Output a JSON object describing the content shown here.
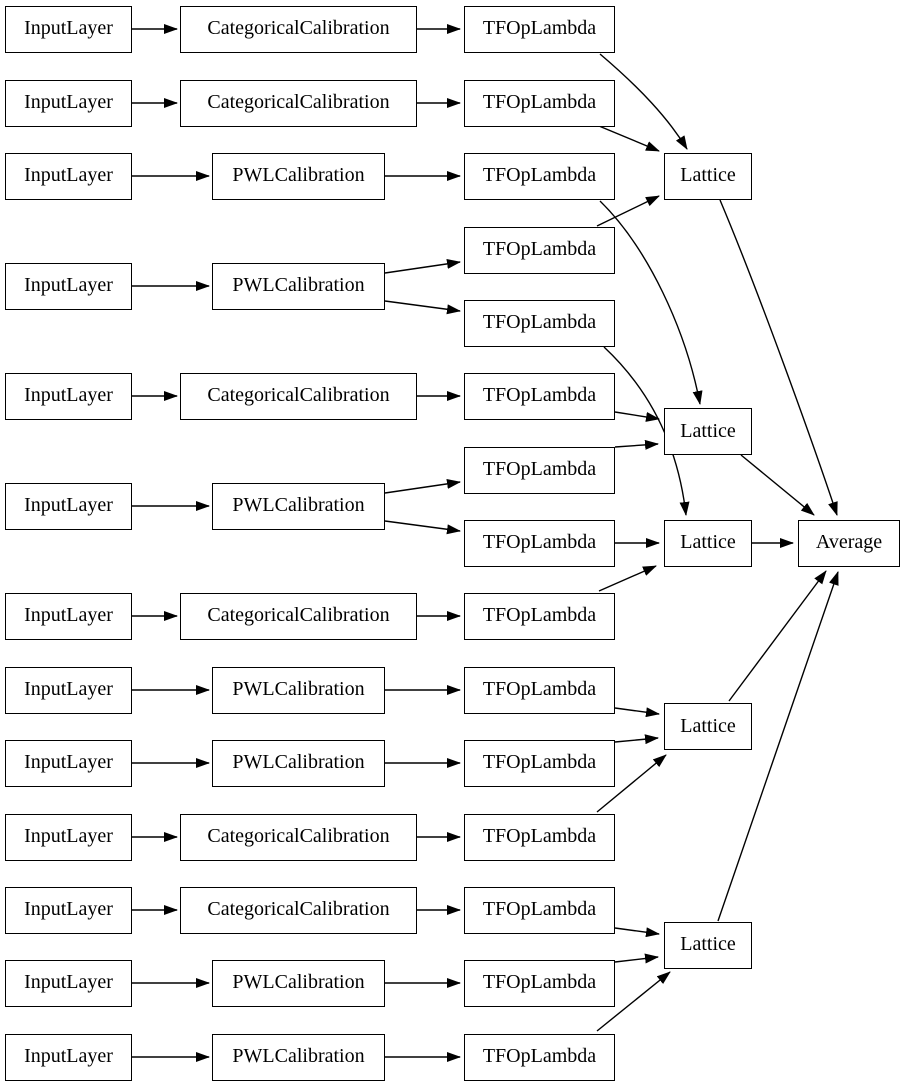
{
  "colors": {
    "background": "#ffffff",
    "node_fill": "#ffffff",
    "node_border": "#000000",
    "edge_stroke": "#000000",
    "text": "#000000"
  },
  "nodes": [
    {
      "id": "input_1",
      "label": "InputLayer"
    },
    {
      "id": "input_2",
      "label": "InputLayer"
    },
    {
      "id": "input_3",
      "label": "InputLayer"
    },
    {
      "id": "input_4",
      "label": "InputLayer"
    },
    {
      "id": "input_5",
      "label": "InputLayer"
    },
    {
      "id": "input_6",
      "label": "InputLayer"
    },
    {
      "id": "input_7",
      "label": "InputLayer"
    },
    {
      "id": "input_8",
      "label": "InputLayer"
    },
    {
      "id": "input_9",
      "label": "InputLayer"
    },
    {
      "id": "input_10",
      "label": "InputLayer"
    },
    {
      "id": "input_11",
      "label": "InputLayer"
    },
    {
      "id": "input_12",
      "label": "InputLayer"
    },
    {
      "id": "input_13",
      "label": "InputLayer"
    },
    {
      "id": "cal_1",
      "label": "CategoricalCalibration"
    },
    {
      "id": "cal_2",
      "label": "CategoricalCalibration"
    },
    {
      "id": "cal_3",
      "label": "PWLCalibration"
    },
    {
      "id": "cal_4",
      "label": "PWLCalibration"
    },
    {
      "id": "cal_5",
      "label": "CategoricalCalibration"
    },
    {
      "id": "cal_6",
      "label": "PWLCalibration"
    },
    {
      "id": "cal_7",
      "label": "CategoricalCalibration"
    },
    {
      "id": "cal_8",
      "label": "PWLCalibration"
    },
    {
      "id": "cal_9",
      "label": "PWLCalibration"
    },
    {
      "id": "cal_10",
      "label": "CategoricalCalibration"
    },
    {
      "id": "cal_11",
      "label": "CategoricalCalibration"
    },
    {
      "id": "cal_12",
      "label": "PWLCalibration"
    },
    {
      "id": "cal_13",
      "label": "PWLCalibration"
    },
    {
      "id": "tfop_1",
      "label": "TFOpLambda"
    },
    {
      "id": "tfop_2",
      "label": "TFOpLambda"
    },
    {
      "id": "tfop_3",
      "label": "TFOpLambda"
    },
    {
      "id": "tfop_4",
      "label": "TFOpLambda"
    },
    {
      "id": "tfop_5",
      "label": "TFOpLambda"
    },
    {
      "id": "tfop_6",
      "label": "TFOpLambda"
    },
    {
      "id": "tfop_7",
      "label": "TFOpLambda"
    },
    {
      "id": "tfop_8",
      "label": "TFOpLambda"
    },
    {
      "id": "tfop_9",
      "label": "TFOpLambda"
    },
    {
      "id": "tfop_10",
      "label": "TFOpLambda"
    },
    {
      "id": "tfop_11",
      "label": "TFOpLambda"
    },
    {
      "id": "tfop_12",
      "label": "TFOpLambda"
    },
    {
      "id": "tfop_13",
      "label": "TFOpLambda"
    },
    {
      "id": "tfop_14",
      "label": "TFOpLambda"
    },
    {
      "id": "tfop_15",
      "label": "TFOpLambda"
    },
    {
      "id": "lattice_1",
      "label": "Lattice"
    },
    {
      "id": "lattice_2",
      "label": "Lattice"
    },
    {
      "id": "lattice_3",
      "label": "Lattice"
    },
    {
      "id": "lattice_4",
      "label": "Lattice"
    },
    {
      "id": "lattice_5",
      "label": "Lattice"
    },
    {
      "id": "average",
      "label": "Average"
    }
  ],
  "edges": [
    {
      "from": "input_1",
      "to": "cal_1"
    },
    {
      "from": "input_2",
      "to": "cal_2"
    },
    {
      "from": "input_3",
      "to": "cal_3"
    },
    {
      "from": "input_4",
      "to": "cal_4"
    },
    {
      "from": "input_5",
      "to": "cal_5"
    },
    {
      "from": "input_6",
      "to": "cal_6"
    },
    {
      "from": "input_7",
      "to": "cal_7"
    },
    {
      "from": "input_8",
      "to": "cal_8"
    },
    {
      "from": "input_9",
      "to": "cal_9"
    },
    {
      "from": "input_10",
      "to": "cal_10"
    },
    {
      "from": "input_11",
      "to": "cal_11"
    },
    {
      "from": "input_12",
      "to": "cal_12"
    },
    {
      "from": "input_13",
      "to": "cal_13"
    },
    {
      "from": "cal_1",
      "to": "tfop_1"
    },
    {
      "from": "cal_2",
      "to": "tfop_2"
    },
    {
      "from": "cal_3",
      "to": "tfop_3"
    },
    {
      "from": "cal_4",
      "to": "tfop_4"
    },
    {
      "from": "cal_4",
      "to": "tfop_5"
    },
    {
      "from": "cal_5",
      "to": "tfop_6"
    },
    {
      "from": "cal_6",
      "to": "tfop_7"
    },
    {
      "from": "cal_6",
      "to": "tfop_8"
    },
    {
      "from": "cal_7",
      "to": "tfop_9"
    },
    {
      "from": "cal_8",
      "to": "tfop_10"
    },
    {
      "from": "cal_9",
      "to": "tfop_11"
    },
    {
      "from": "cal_10",
      "to": "tfop_12"
    },
    {
      "from": "cal_11",
      "to": "tfop_13"
    },
    {
      "from": "cal_12",
      "to": "tfop_14"
    },
    {
      "from": "cal_13",
      "to": "tfop_15"
    },
    {
      "from": "tfop_1",
      "to": "lattice_1"
    },
    {
      "from": "tfop_2",
      "to": "lattice_1"
    },
    {
      "from": "tfop_4",
      "to": "lattice_1"
    },
    {
      "from": "tfop_3",
      "to": "lattice_2"
    },
    {
      "from": "tfop_6",
      "to": "lattice_2"
    },
    {
      "from": "tfop_7",
      "to": "lattice_2"
    },
    {
      "from": "tfop_5",
      "to": "lattice_3"
    },
    {
      "from": "tfop_8",
      "to": "lattice_3"
    },
    {
      "from": "tfop_9",
      "to": "lattice_3"
    },
    {
      "from": "tfop_10",
      "to": "lattice_4"
    },
    {
      "from": "tfop_11",
      "to": "lattice_4"
    },
    {
      "from": "tfop_12",
      "to": "lattice_4"
    },
    {
      "from": "tfop_13",
      "to": "lattice_5"
    },
    {
      "from": "tfop_14",
      "to": "lattice_5"
    },
    {
      "from": "tfop_15",
      "to": "lattice_5"
    },
    {
      "from": "lattice_1",
      "to": "average"
    },
    {
      "from": "lattice_2",
      "to": "average"
    },
    {
      "from": "lattice_3",
      "to": "average"
    },
    {
      "from": "lattice_4",
      "to": "average"
    },
    {
      "from": "lattice_5",
      "to": "average"
    }
  ]
}
